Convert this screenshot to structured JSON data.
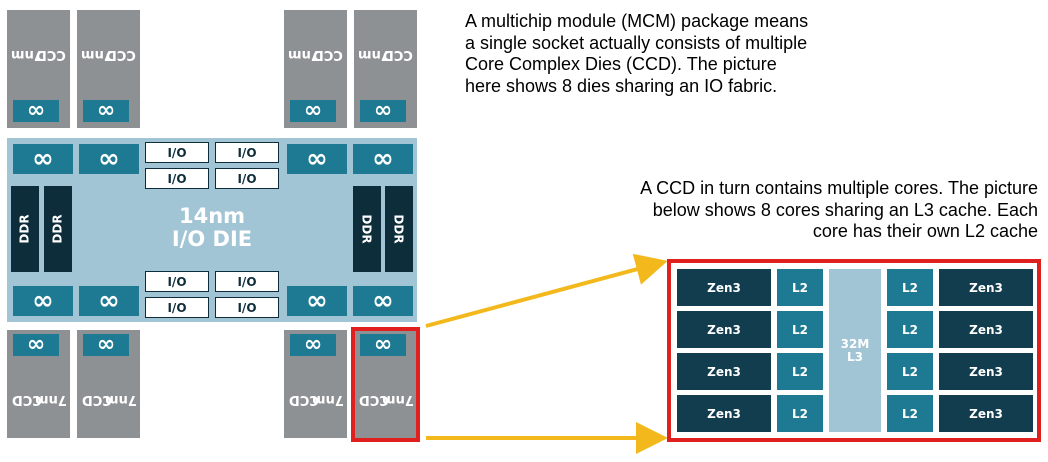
{
  "package": {
    "ccd_label_top": "7nm",
    "ccd_label_bottom": "CCD",
    "infinity_glyph": "∞",
    "io_link_label": "I/O",
    "io_die_title_line1": "14nm",
    "io_die_title_line2": "I/O DIE",
    "ddr_label": "DDR"
  },
  "description_mcm": {
    "lines": [
      "A multichip module (MCM) package means",
      "a single socket actually consists of multiple",
      "Core Complex Dies (CCD). The picture",
      "here shows 8 dies sharing an IO fabric."
    ]
  },
  "description_ccd": {
    "lines": [
      "A CCD in turn contains multiple cores. The picture",
      "below shows 8 cores sharing an L3 cache. Each",
      "core has their own L2 cache"
    ]
  },
  "ccd_detail": {
    "core_label": "Zen3",
    "l2_label": "L2",
    "l3_line1": "32M",
    "l3_line2": "L3"
  },
  "colors": {
    "ccd_gray": "#8e9194",
    "infinity_teal": "#1e7a92",
    "core_navy": "#113d4f",
    "io_die_light_blue": "#a2c5d6",
    "highlight_red": "#e0201f",
    "arrow_yellow": "#f2b81c"
  }
}
